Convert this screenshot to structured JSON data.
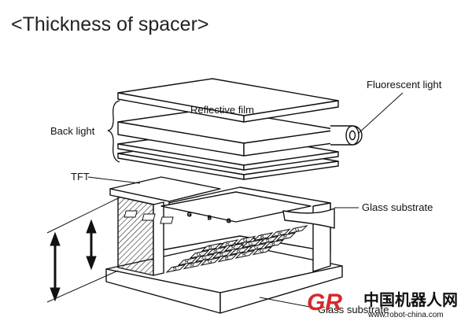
{
  "title": "<Thickness of spacer>",
  "labels": {
    "reflective_film": "Reflective film",
    "fluorescent_light": "Fluorescent light",
    "back_light": "Back light",
    "tft": "TFT",
    "glass_substrate_top": "Glass substrate",
    "glass_substrate_bottom": "Glass substrate"
  },
  "pixel_letters": {
    "top_panel": [
      "G",
      "B",
      "G"
    ],
    "bottom_grid": [
      [
        "B",
        "R",
        "G",
        "B",
        "R",
        "G"
      ],
      [
        "R",
        "G",
        "B",
        "R",
        "G",
        "B"
      ],
      [
        "G",
        "B",
        "R",
        "G",
        "B",
        "R"
      ],
      [
        "B",
        "R",
        "G",
        "B",
        "R",
        "G"
      ]
    ]
  },
  "watermark": {
    "logo_text": "GR",
    "name": "中国机器人网",
    "url": "www.robot-china.com"
  },
  "colors": {
    "line": "#111111",
    "watermark_red": "#d42a2a",
    "watermark_grey": "#9a9a9a"
  }
}
